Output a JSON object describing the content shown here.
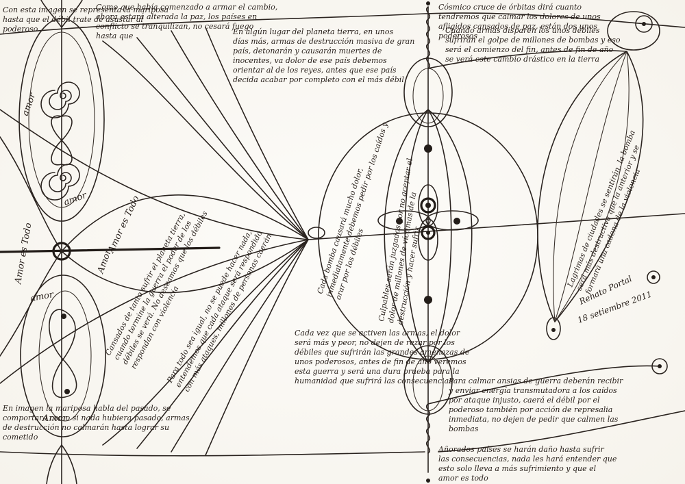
{
  "artwork": {
    "signature_name": "Renato Portal",
    "signature_date": "18 setiembre 2011",
    "ink_color": "#2b2420",
    "paper_color": "#fbfaf7"
  },
  "labels": {
    "amor_1": "amor",
    "amor_2": "amor",
    "amor_3": "Amor",
    "amor_4": "amor",
    "amor_5": "Amor",
    "amor_6": "Amor es Todo",
    "amor_7": "Amor es Todo"
  },
  "texts": {
    "top_left": "Con esta imagen se representa la mariposa hasta que el débil trate de asustar al poderoso",
    "top_center": "Como que había comenzado a armar el cambio, ahora estará alterada la paz, los países en conflicto se tranquilizan, no cesará fuego hasta que",
    "center_block": "En algún lugar del planeta tierra, en unos días más, armas de destrucción masiva de gran país, detonarán y causarán muertes de inocentes, va dolor de ese país debemos orientar al de los reyes, antes que ese país decida acabar por completo con el más débil",
    "top_right": "Cósmico cruce de órbitas dirá cuanto tendremos que calmar los dolores de unos afligidos cansados de paz, están dos unos poderosos",
    "right_block": "Cuando armas disparen los unos débiles sufrirán el golpe de millones de bombas y eso será el comienzo del fin, antes de fin de año se verá este cambio drástico en la tierra",
    "bottom_center": "Cada vez que se activen las armas, el dolor será más y peor, no dejen de rezar por los débiles que sufrirán las grandes amenazas de unos poderosos, antes de fin de año veremos esta guerra y será una dura prueba para la humanidad que sufrirá las consecuencias",
    "bottom_right": "Para calmar ansias de guerra deberán recibir y enviar energía transmutadora a los caídos por ataque injusto, caerá el débil por el poderoso también por acción de represalia inmediata, no dejen de pedir que calmen las bombas",
    "bottom_right_2": "Añorados países se harán daño hasta sufrir las consecuencias, nada les hará entender que esto solo lleva a más sufrimiento y que el amor es todo",
    "bottom_left": "En imagen la mariposa habla del pasado, se comportara como si nada hubiera pasado, armas de destrucción no calmarán hasta lograr su cometido",
    "left_fan": "Cansados de tanto sufrir el planeta tierra, cuando termine la guerra el poder de los débiles se verá. No deseamos que los débiles respondan con violencia",
    "mid_fan": "Para todo sea igual, no se puede hacer nada, entendemos que cada ataque será respondido con más ataques, millones de personas caerán",
    "right_oval": "Cada bomba causará mucho dolor, inmediatamente debemos pedir por los caídos y orar por los débiles",
    "center_oval": "Culpables serán juzgados por no aceptar el dolor de millones de víctimas de la destrucción y hacer sufrir",
    "right_lens": "Lagrimas de ciudades se sentirán, la bomba será más destructiva que la anterior y se formará una cadena de la violencia"
  }
}
